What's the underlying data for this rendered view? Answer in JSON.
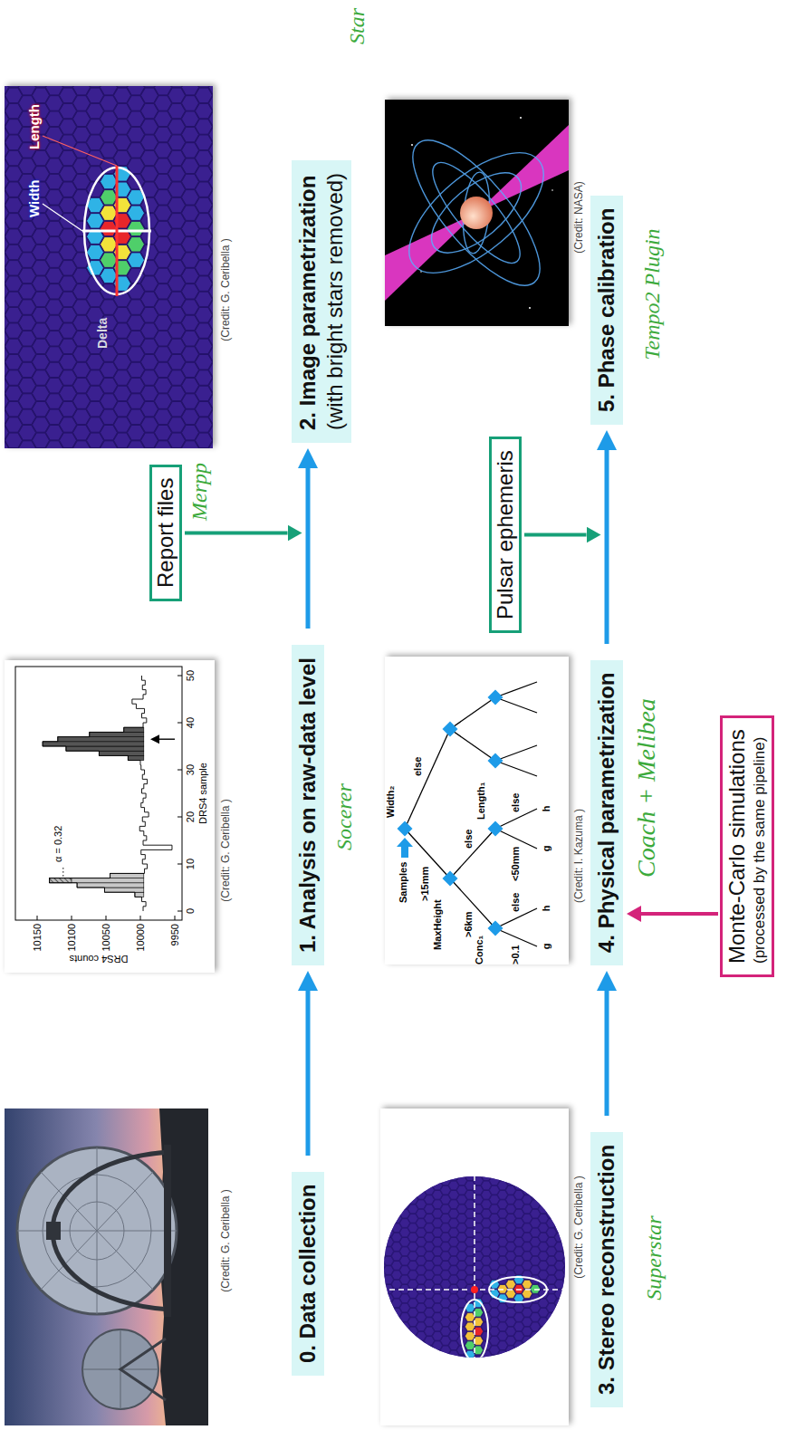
{
  "diagram": {
    "nodes": [
      {
        "text": [
          "0. Data collection"
        ]
      },
      {
        "text": [
          "1. Analysis on raw-data level"
        ]
      },
      {
        "text": [
          "Report files"
        ]
      },
      {
        "text": [
          "2. Image parametrization",
          "(with bright stars removed)"
        ]
      },
      {
        "text": [
          "3. Stereo reconstruction"
        ]
      },
      {
        "text": [
          "4. Physical parametrization"
        ]
      },
      {
        "text": [
          "Monte-Carlo simulations",
          "(processed by the same pipeline)"
        ]
      },
      {
        "text": [
          "Pulsar ephemeris"
        ]
      },
      {
        "text": [
          "5. Phase calibration"
        ]
      }
    ],
    "edges": [
      {
        "from": 0,
        "to": 1,
        "arrow": "to"
      },
      {
        "from": 1,
        "to": 3,
        "arrow": "to"
      },
      {
        "from": 2,
        "to": 3,
        "arrow": "to"
      },
      {
        "from": 4,
        "to": 5,
        "arrow": "to"
      },
      {
        "from": 5,
        "to": 8,
        "arrow": "to"
      },
      {
        "from": 6,
        "to": 5,
        "arrow": "to"
      },
      {
        "from": 7,
        "to": 8,
        "arrow": "to"
      }
    ],
    "labels": [
      "Socerer",
      "Star",
      "Merpp",
      "Superstar",
      "Coach + Melibea",
      "Tempo2 Plugin",
      "(Credit: G. Ceribella )",
      "(Credit: G. Ceribella )",
      "(Credit: G. Ceribella )",
      "(Credit: G. Ceribella )",
      "(Credit: I. Kazuma )",
      "(Credit: NASA)",
      "10150",
      "10100",
      "10050",
      "10000",
      "9950",
      "DRS4 counts",
      "0",
      "10",
      "20",
      "30",
      "40",
      "50",
      "DRS4 sample",
      "α = 0.32",
      "Width",
      "Length",
      "Delta",
      "Samples",
      "Width₂",
      ">15mm",
      "else",
      "MaxHeight",
      ">6km",
      "else",
      "Conc₁",
      "Length₁",
      ">0.1",
      "else",
      "<50mm",
      "else",
      "g",
      "h",
      "g",
      "h"
    ]
  }
}
